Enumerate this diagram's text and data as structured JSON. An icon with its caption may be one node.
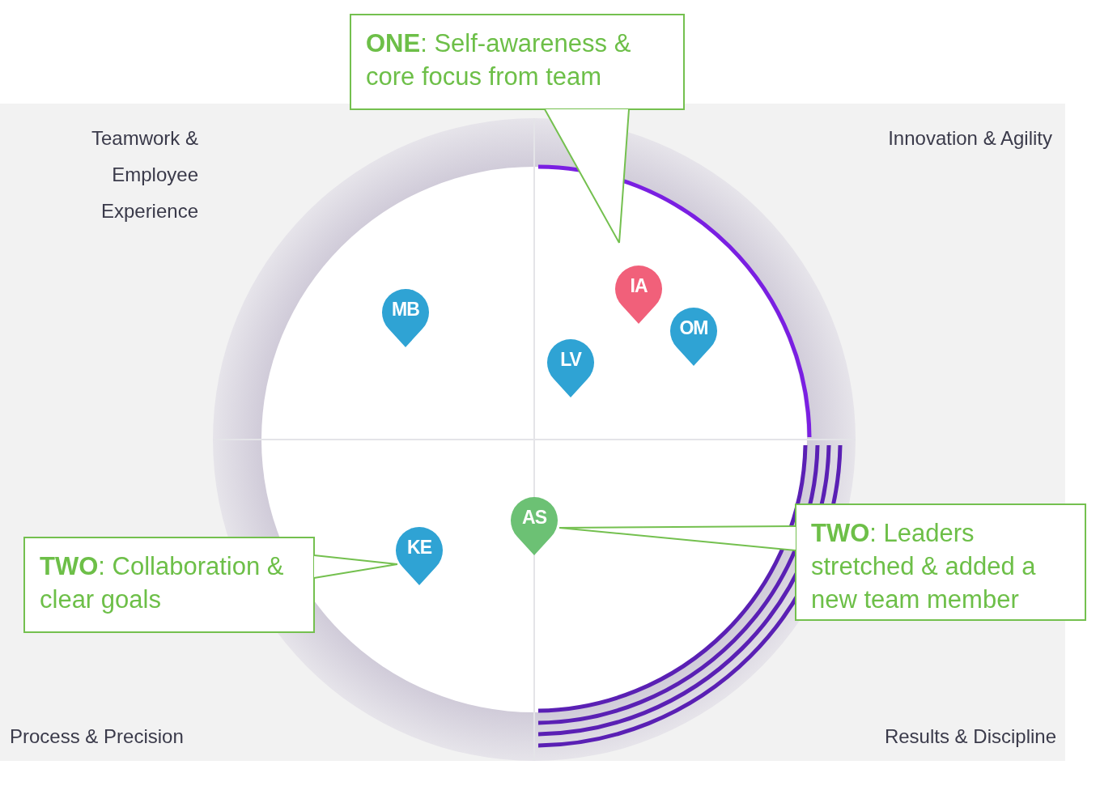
{
  "diagram": {
    "nodes": [
      {
        "text": [
          "**ONE**: Self-awareness & core focus from team"
        ]
      },
      {
        "text": [
          "MB"
        ]
      },
      {
        "text": [
          "IA"
        ]
      },
      {
        "text": [
          "OM"
        ]
      },
      {
        "text": [
          "LV"
        ]
      },
      {
        "text": [
          "AS"
        ]
      },
      {
        "text": [
          "KE"
        ]
      },
      {
        "text": [
          "**TWO**: Collaboration & clear goals"
        ]
      },
      {
        "text": [
          "**TWO**: Leaders stretched & added a new team member"
        ]
      }
    ],
    "edges": [
      {
        "from": 0,
        "to": null,
        "arrow": "none"
      },
      {
        "from": 7,
        "to": 6,
        "arrow": "none"
      },
      {
        "from": 8,
        "to": 5,
        "arrow": "none"
      }
    ],
    "labels": [
      "Teamwork & Employee Experience",
      "Innovation & Agility",
      "Process & Precision",
      "Results & Discipline"
    ]
  }
}
